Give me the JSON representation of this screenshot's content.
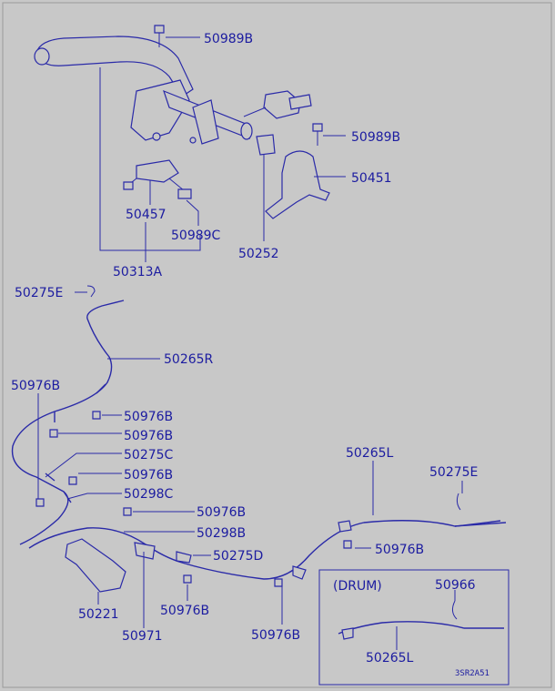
{
  "callouts": {
    "top_bolt_1": "50989B",
    "top_bolt_2": "50989B",
    "bracket": "50451",
    "switch": "50457",
    "switch_bolt": "50989C",
    "bushing": "50252",
    "lever_assy": "50313A",
    "cable_end_front": "50275E",
    "cable_rh": "50265R",
    "bolt_left": "50976B",
    "bolt_a": "50976B",
    "bolt_b": "50976B",
    "clip_c": "50275C",
    "bolt_c": "50976B",
    "clamp_298c": "50298C",
    "bolt_d": "50976B",
    "clamp_298b": "50298B",
    "clip_d": "50275D",
    "cable_lh": "50265L",
    "cable_end_rear": "50275E",
    "bolt_e": "50976B",
    "bracket_221": "50221",
    "bolt_f": "50976B",
    "equalizer": "50971",
    "bolt_g": "50976B",
    "drum_title": "(DRUM)",
    "drum_part": "50966",
    "drum_cable": "50265L"
  },
  "diagram_code": "3SR2A51"
}
